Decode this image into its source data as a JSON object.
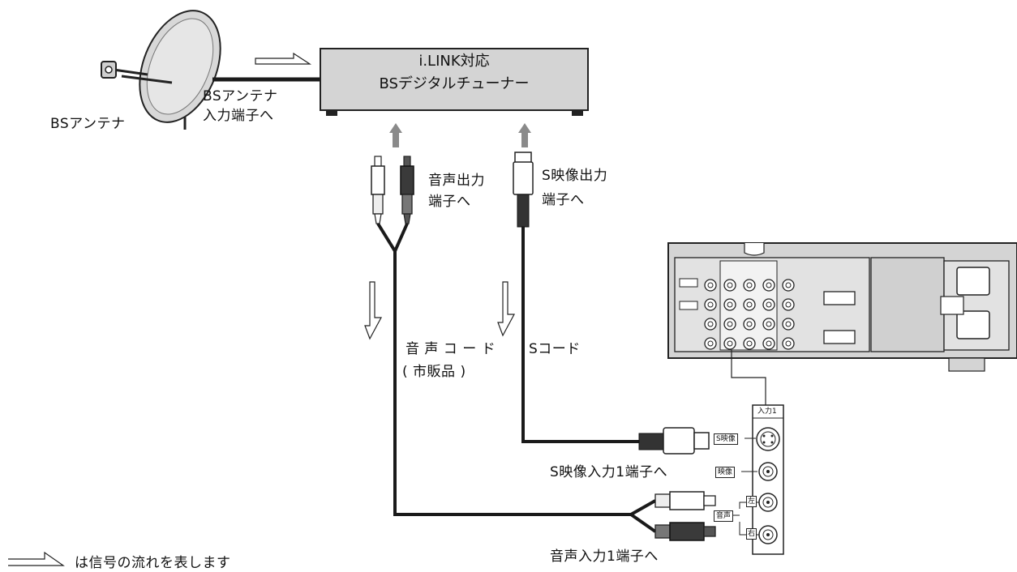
{
  "tuner": {
    "line1": "i.LINK対応",
    "line2": "BSデジタルチューナー"
  },
  "antenna": {
    "label": "BSアンテナ",
    "input_line1": "BSアンテナ",
    "input_line2": "入力端子へ"
  },
  "audio_out": {
    "line1": "音声出力",
    "line2": "端子へ"
  },
  "svideo_out": {
    "line1": "S映像出力",
    "line2": "端子へ"
  },
  "audio_cord": {
    "line1": "音 声 コ ー ド",
    "line2": "( 市販品 )"
  },
  "s_cord": {
    "label": "Sコード"
  },
  "svideo_in": {
    "label": "S映像入力1端子へ"
  },
  "audio_in": {
    "label": "音声入力1端子へ"
  },
  "panel": {
    "title": "入力1",
    "s_video": "S映像",
    "video": "映像",
    "audio": "音声",
    "left": "左",
    "right": "右"
  },
  "legend": {
    "text": "は信号の流れを表します"
  },
  "colors": {
    "device_fill": "#d4d4d4",
    "line": "#1a1a1a",
    "arrow_up": "#8a8a8a"
  }
}
